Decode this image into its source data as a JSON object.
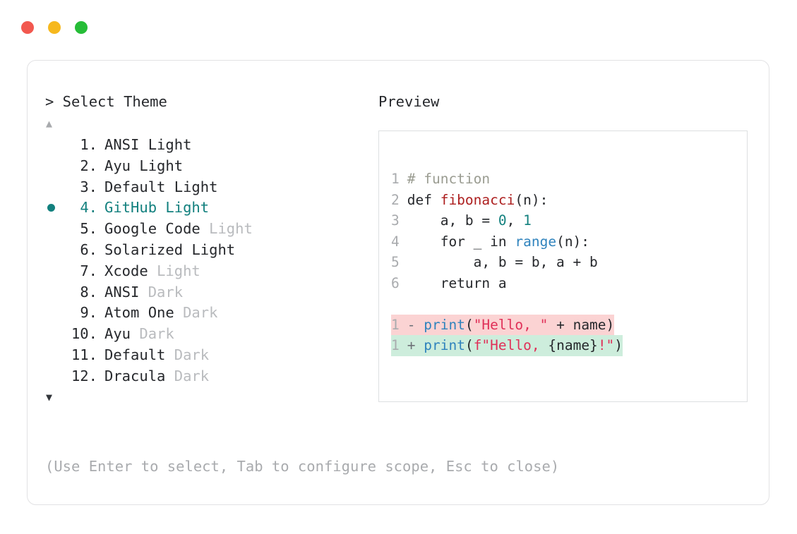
{
  "window": {
    "dots": [
      {
        "name": "close-dot",
        "color": "#f2584f"
      },
      {
        "name": "minimize-dot",
        "color": "#f6b81e"
      },
      {
        "name": "maximize-dot",
        "color": "#26bd37"
      }
    ]
  },
  "prompt": {
    "title": "> Select Theme",
    "scroll_up_icon": "▲",
    "scroll_down_icon": "▼",
    "selected_index": 4,
    "selected_bullet": "●"
  },
  "themes": [
    {
      "number": "1.",
      "name": "ANSI",
      "variant": "Light",
      "variant_dim": false,
      "selected": false
    },
    {
      "number": "2.",
      "name": "Ayu",
      "variant": "Light",
      "variant_dim": false,
      "selected": false
    },
    {
      "number": "3.",
      "name": "Default",
      "variant": "Light",
      "variant_dim": false,
      "selected": false
    },
    {
      "number": "4.",
      "name": "GitHub",
      "variant": "Light",
      "variant_dim": false,
      "selected": true
    },
    {
      "number": "5.",
      "name": "Google Code",
      "variant": "Light",
      "variant_dim": true,
      "selected": false
    },
    {
      "number": "6.",
      "name": "Solarized",
      "variant": "Light",
      "variant_dim": false,
      "selected": false
    },
    {
      "number": "7.",
      "name": "Xcode",
      "variant": "Light",
      "variant_dim": true,
      "selected": false
    },
    {
      "number": "8.",
      "name": "ANSI",
      "variant": "Dark",
      "variant_dim": true,
      "selected": false
    },
    {
      "number": "9.",
      "name": "Atom One",
      "variant": "Dark",
      "variant_dim": true,
      "selected": false
    },
    {
      "number": "10.",
      "name": "Ayu",
      "variant": "Dark",
      "variant_dim": true,
      "selected": false
    },
    {
      "number": "11.",
      "name": "Default",
      "variant": "Dark",
      "variant_dim": true,
      "selected": false
    },
    {
      "number": "12.",
      "name": "Dracula",
      "variant": "Dark",
      "variant_dim": true,
      "selected": false
    }
  ],
  "preview": {
    "title": "Preview",
    "code_lines": [
      {
        "ln": "1",
        "kind": "normal",
        "tokens": [
          {
            "t": " # function",
            "c": "comment"
          }
        ]
      },
      {
        "ln": "2",
        "kind": "normal",
        "tokens": [
          {
            "t": " def ",
            "c": "default"
          },
          {
            "t": "fibonacci",
            "c": "func"
          },
          {
            "t": "(n):",
            "c": "default"
          }
        ]
      },
      {
        "ln": "3",
        "kind": "normal",
        "tokens": [
          {
            "t": "     a, b = ",
            "c": "default"
          },
          {
            "t": "0",
            "c": "num"
          },
          {
            "t": ", ",
            "c": "default"
          },
          {
            "t": "1",
            "c": "num"
          }
        ]
      },
      {
        "ln": "4",
        "kind": "normal",
        "tokens": [
          {
            "t": "     for _ in ",
            "c": "default"
          },
          {
            "t": "range",
            "c": "builtin"
          },
          {
            "t": "(n):",
            "c": "default"
          }
        ]
      },
      {
        "ln": "5",
        "kind": "normal",
        "tokens": [
          {
            "t": "         a, b = b, a + b",
            "c": "default"
          }
        ]
      },
      {
        "ln": "6",
        "kind": "normal",
        "tokens": [
          {
            "t": "     return a",
            "c": "default"
          }
        ]
      },
      {
        "ln": "",
        "kind": "gap",
        "tokens": []
      },
      {
        "ln": "1",
        "kind": "del",
        "tokens": [
          {
            "t": " - ",
            "c": "sign"
          },
          {
            "t": "print",
            "c": "builtin"
          },
          {
            "t": "(",
            "c": "default"
          },
          {
            "t": "\"Hello, \"",
            "c": "string"
          },
          {
            "t": " + name)",
            "c": "default"
          }
        ]
      },
      {
        "ln": "1",
        "kind": "add",
        "tokens": [
          {
            "t": " + ",
            "c": "sign"
          },
          {
            "t": "print",
            "c": "builtin"
          },
          {
            "t": "(",
            "c": "default"
          },
          {
            "t": "f\"Hello, ",
            "c": "string"
          },
          {
            "t": "{name}",
            "c": "default"
          },
          {
            "t": "!\"",
            "c": "string"
          },
          {
            "t": ")",
            "c": "default"
          }
        ]
      }
    ]
  },
  "footer": {
    "hint": "(Use Enter to select, Tab to configure scope, Esc to close)"
  },
  "colors": {
    "accent_teal": "#12807e",
    "text": "#26282c",
    "dim": "#b9bbbe",
    "line_number": "#a9abae",
    "diff_del_bg": "#fbd3d3",
    "diff_add_bg": "#cdeddc",
    "func_red": "#ad1f1f",
    "builtin_blue": "#2f83bd",
    "string_crimson": "#e03058",
    "comment_olive": "#9a9c91",
    "border": "#e2e2e4"
  }
}
